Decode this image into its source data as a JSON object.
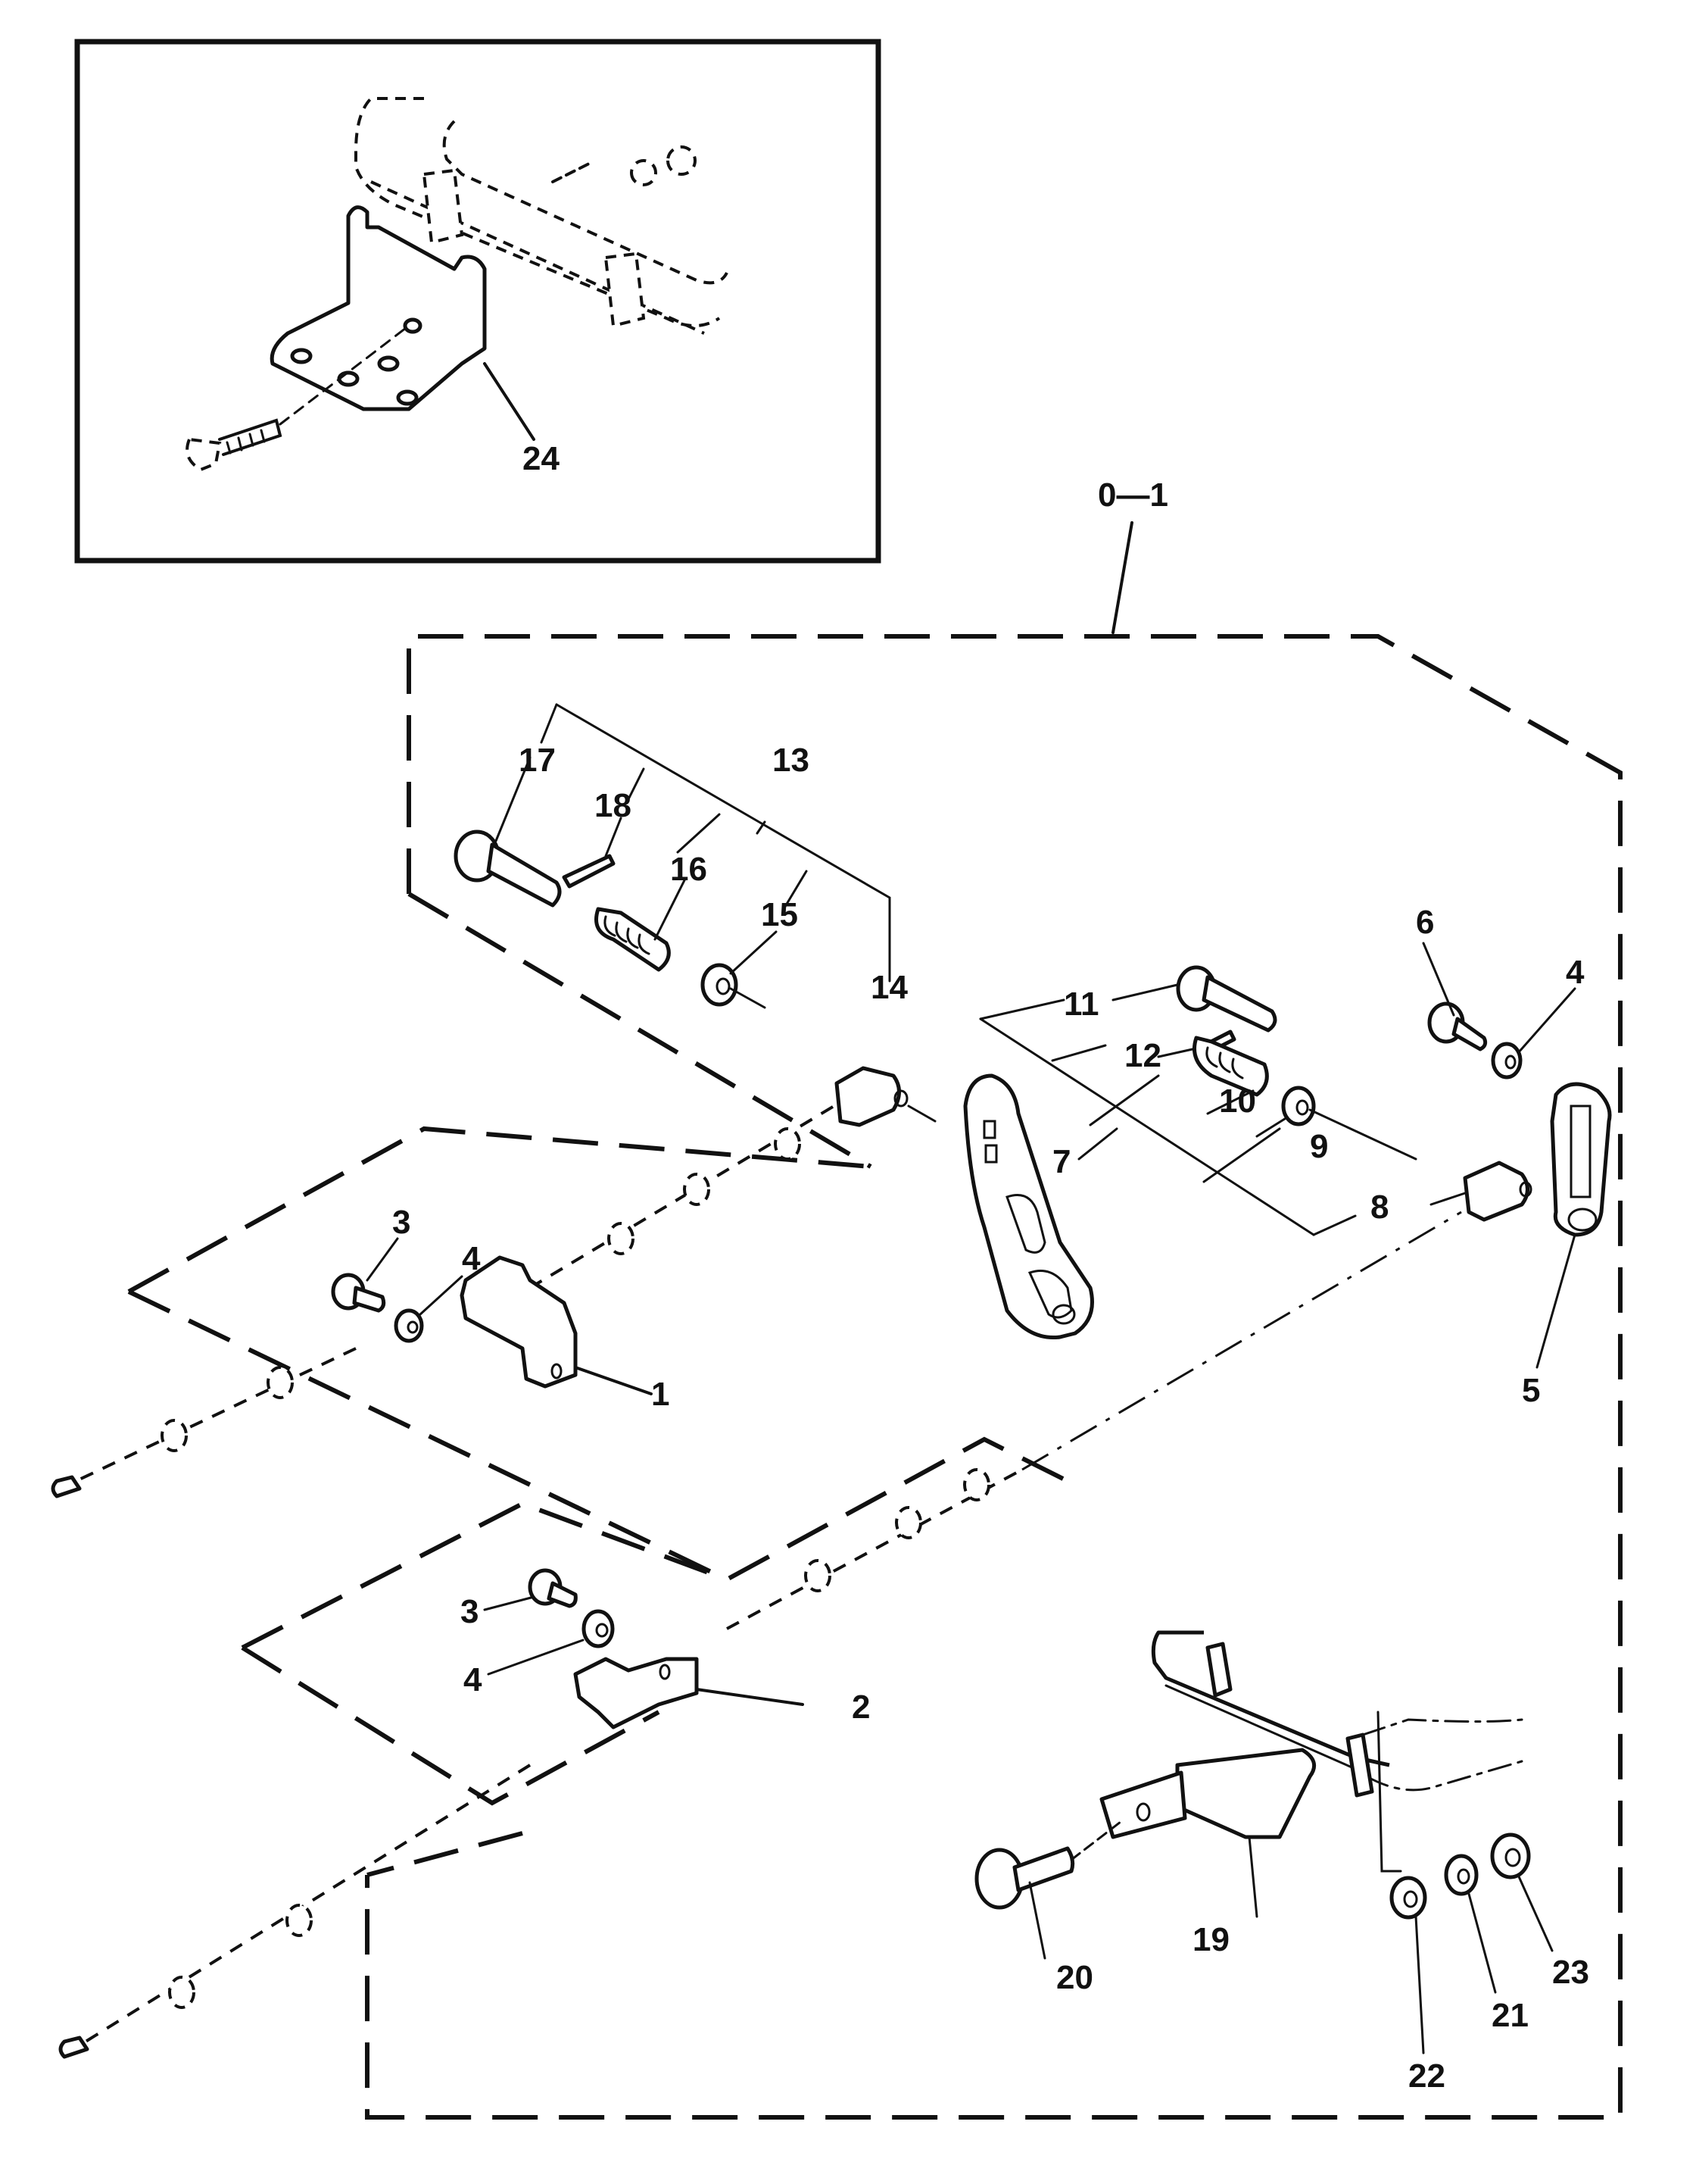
{
  "diagram": {
    "type": "exploded-parts-diagram",
    "assembly_label": "0—1",
    "inset": {
      "callouts": [
        {
          "id": "24",
          "label": "24"
        }
      ]
    },
    "callouts": [
      {
        "id": "1",
        "label": "1"
      },
      {
        "id": "2",
        "label": "2"
      },
      {
        "id": "3a",
        "label": "3"
      },
      {
        "id": "3b",
        "label": "3"
      },
      {
        "id": "4a",
        "label": "4"
      },
      {
        "id": "4b",
        "label": "4"
      },
      {
        "id": "4c",
        "label": "4"
      },
      {
        "id": "5",
        "label": "5"
      },
      {
        "id": "6",
        "label": "6"
      },
      {
        "id": "7",
        "label": "7"
      },
      {
        "id": "8",
        "label": "8"
      },
      {
        "id": "9",
        "label": "9"
      },
      {
        "id": "10",
        "label": "10"
      },
      {
        "id": "11",
        "label": "11"
      },
      {
        "id": "12",
        "label": "12"
      },
      {
        "id": "13",
        "label": "13"
      },
      {
        "id": "14",
        "label": "14"
      },
      {
        "id": "15",
        "label": "15"
      },
      {
        "id": "16",
        "label": "16"
      },
      {
        "id": "17",
        "label": "17"
      },
      {
        "id": "18",
        "label": "18"
      },
      {
        "id": "19",
        "label": "19"
      },
      {
        "id": "20",
        "label": "20"
      },
      {
        "id": "21",
        "label": "21"
      },
      {
        "id": "22",
        "label": "22"
      },
      {
        "id": "23",
        "label": "23"
      }
    ],
    "colors": {
      "ink": "#111111",
      "paper": "#ffffff"
    }
  }
}
